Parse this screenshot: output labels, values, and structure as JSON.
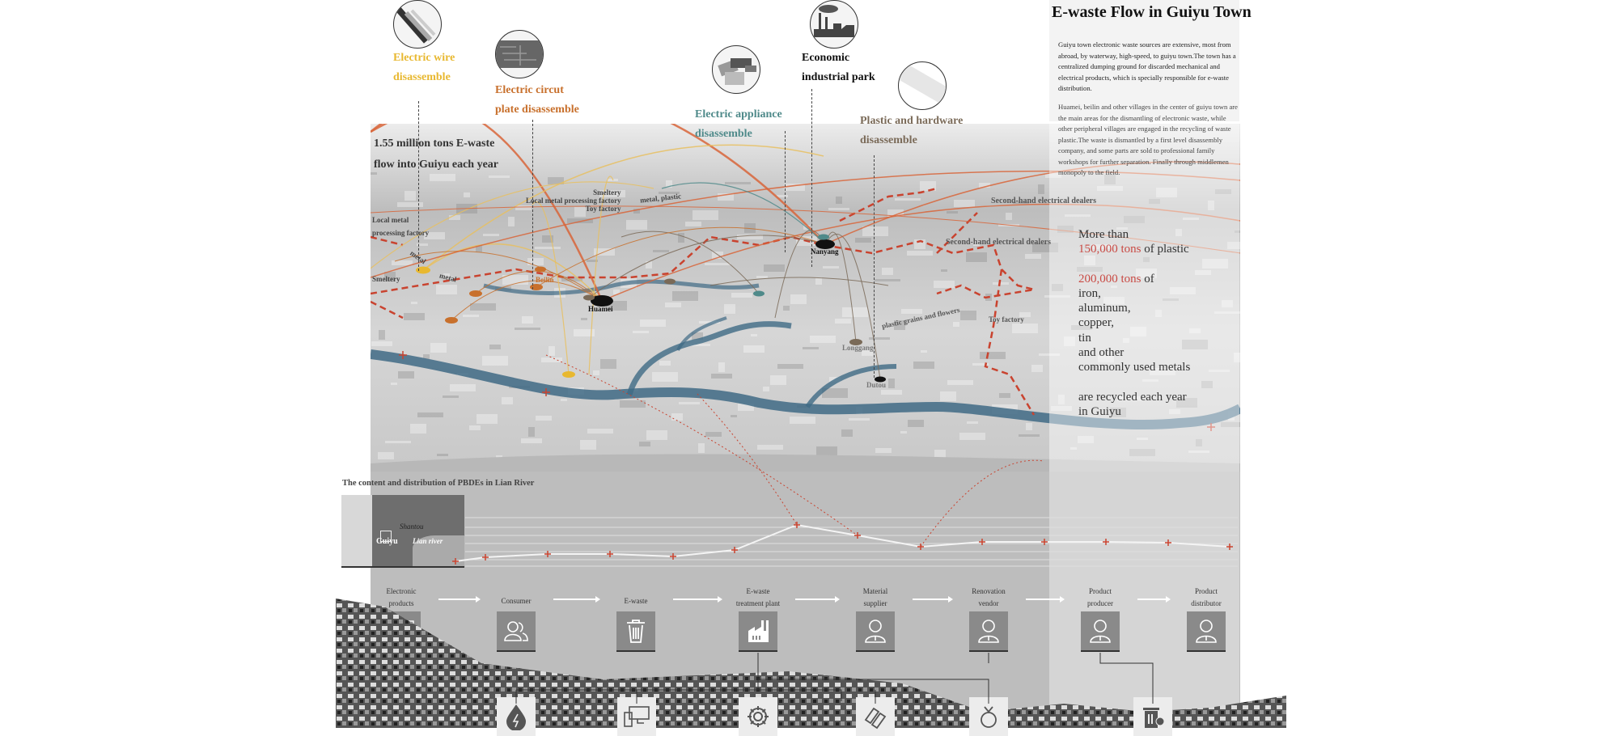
{
  "title": "E-waste Flow in Guiyu Town",
  "paragraphs": [
    "Guiyu town electronic waste sources are extensive, most from abroad, by waterway, high-speed, to guiyu town.The town has a centralized dumping ground for discarded mechanical and electrical products, which is specially responsible for e-waste distribution.",
    "Huamei, beilin and other villages in the center of guiyu town are the main areas for the dismantling of electronic waste, while other peripheral villages are engaged in the recycling of waste plastic.The waste is dismantled by a first level disassembly company, and some parts are sold to professional family workshops for further separation. Finally through middlemen monopoly to the field."
  ],
  "categories": [
    {
      "line1": "Electric wire",
      "line2": "disassemble",
      "color": "#e8b830",
      "icon": "wire-icon"
    },
    {
      "line1": "Electric circut",
      "line2": "plate disassemble",
      "color": "#c8702c",
      "icon": "circuit-board-icon"
    },
    {
      "line1": "Electric appliance",
      "line2": "disassemble",
      "color": "#4f8a8a",
      "icon": "appliance-icon"
    },
    {
      "line1": "Economic",
      "line2": "industrial park",
      "color": "#111111",
      "icon": "factory-icon"
    },
    {
      "line1": "Plastic and hardware",
      "line2": "disassemble",
      "color": "#7a6a58",
      "icon": "plastic-icon"
    }
  ],
  "inflow": {
    "line1": "1.55 million tons E-waste",
    "line2": "flow into Guiyu each year"
  },
  "map_labels": {
    "smeltery_group": [
      "Smeltery",
      "Local metal processing factory",
      "Toy factory"
    ],
    "metal_plastic": "metal, plastic",
    "local_metal": [
      "Local metal",
      "processing factory"
    ],
    "metal1": "metal",
    "metal2": "metal",
    "smeltery": "Smeltery",
    "beilin": "Beilin",
    "huamei": "Huamei",
    "nanyang": "Nanyang",
    "longgang": "Longgang",
    "dutou": "Dutou",
    "plastic_grains": "plastic grains and flowers",
    "toy_factory": "Toy factory",
    "dealers1": "Second-hand electrical dealers",
    "dealers2": "Second-hand electrical dealers"
  },
  "stats": {
    "more_than": "More than",
    "plastic_amount": "150,000 tons",
    "plastic_suffix": " of plastic",
    "metal_amount": "200,000 tons",
    "metal_suffix": " of",
    "metals": [
      "iron,",
      "aluminum,",
      "copper,",
      "tin",
      "and other",
      "commonly used metals"
    ],
    "closing": [
      "are recycled each year",
      "in Guiyu"
    ],
    "highlight_color": "#c94a44"
  },
  "pbde": {
    "title": "The content and distribution of PBDEs in Lian River",
    "inset_labels": {
      "shantou": "Shantou",
      "guiyu": "Guiyu",
      "lian_river": "Lian river"
    }
  },
  "flow_chain": [
    {
      "label": [
        "Electronic",
        "products"
      ],
      "icon": "electronics-icon"
    },
    {
      "label": [
        "Consumer"
      ],
      "icon": "users-icon"
    },
    {
      "label": [
        "E-waste"
      ],
      "icon": "trash-icon"
    },
    {
      "label": [
        "E-waste",
        "treatment plant"
      ],
      "icon": "factory-icon"
    },
    {
      "label": [
        "Material",
        "supplier"
      ],
      "icon": "person-icon"
    },
    {
      "label": [
        "Renovation",
        "vendor"
      ],
      "icon": "person-icon"
    },
    {
      "label": [
        "Product",
        "producer"
      ],
      "icon": "person-icon"
    },
    {
      "label": [
        "Product",
        "distributor"
      ],
      "icon": "person-icon"
    }
  ],
  "bottom_icons": [
    "water-energy-icon",
    "devices-icon",
    "gear-icon",
    "bricks-icon",
    "bag-icon",
    "recycle-bin-icon"
  ],
  "colors": {
    "river": "#3f6a85",
    "boundary": "#c9432f",
    "arc": "#d8653a",
    "panel": "#bdbdbd"
  }
}
